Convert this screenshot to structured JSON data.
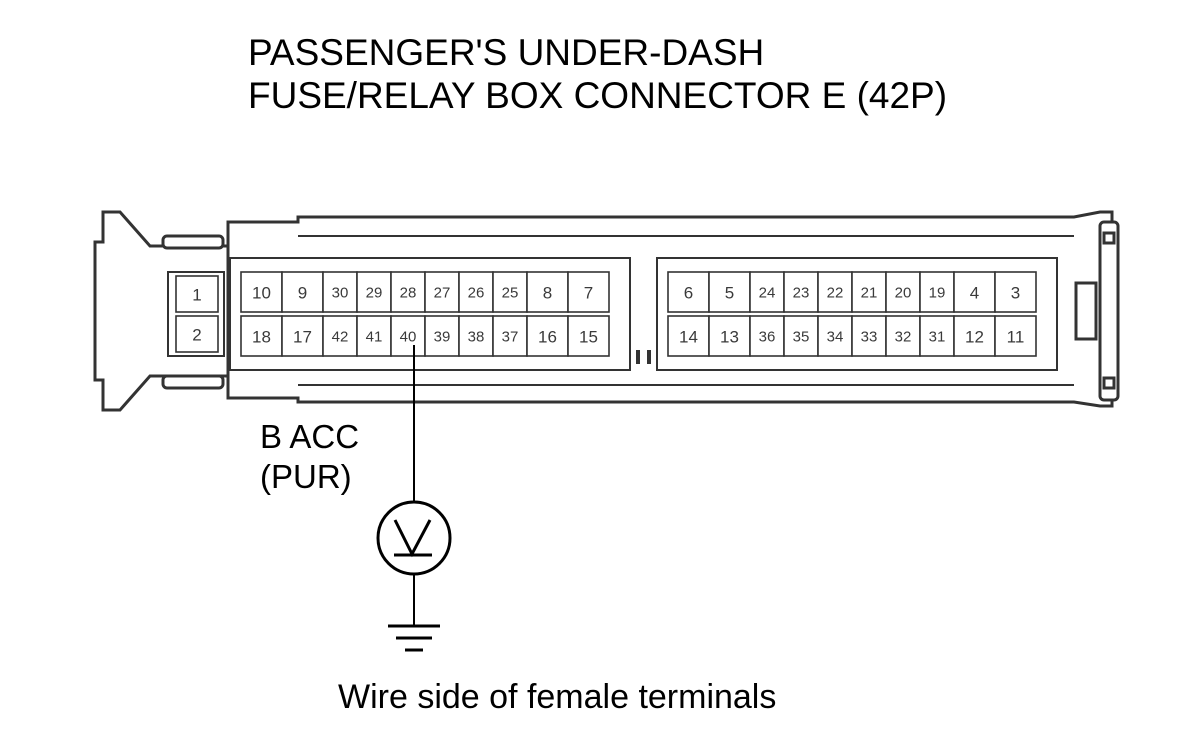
{
  "title": {
    "line1": "PASSENGER'S UNDER-DASH",
    "line2": "FUSE/RELAY BOX CONNECTOR E (42P)"
  },
  "probe": {
    "label_line1": "B ACC",
    "label_line2": "(PUR)",
    "terminal": "40"
  },
  "caption": "Wire side of female terminals",
  "connector": {
    "left_end": {
      "top": [
        "1"
      ],
      "bottom": [
        "2"
      ]
    },
    "left_block": {
      "top": [
        "10",
        "9",
        "30",
        "29",
        "28",
        "27",
        "26",
        "25",
        "8",
        "7"
      ],
      "bottom": [
        "18",
        "17",
        "42",
        "41",
        "40",
        "39",
        "38",
        "37",
        "16",
        "15"
      ]
    },
    "right_block": {
      "top": [
        "6",
        "5",
        "24",
        "23",
        "22",
        "21",
        "20",
        "19",
        "4",
        "3"
      ],
      "bottom": [
        "14",
        "13",
        "36",
        "35",
        "34",
        "33",
        "32",
        "31",
        "12",
        "11"
      ]
    }
  }
}
